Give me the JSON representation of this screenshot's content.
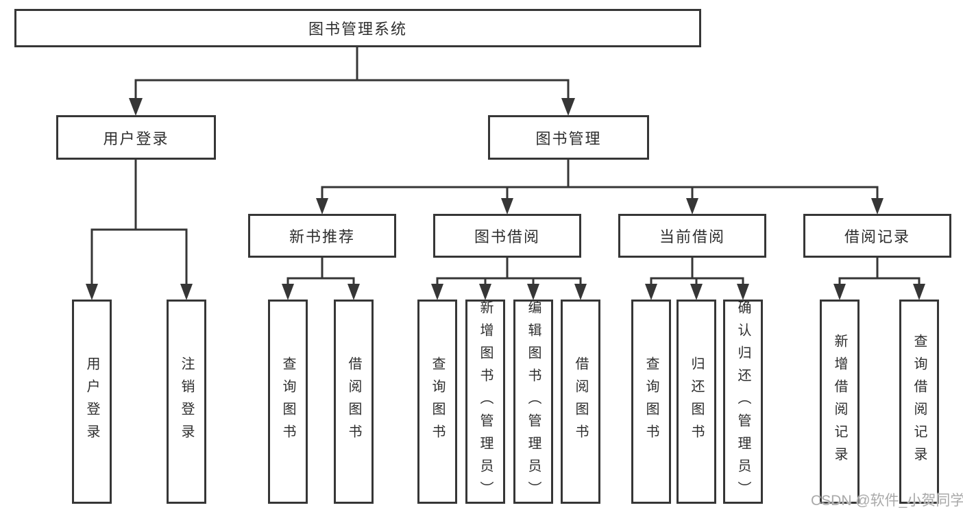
{
  "colors": {
    "line": "#363636",
    "box_border": "#363636",
    "text": "#2e2e2e",
    "background": "#ffffff",
    "watermark": "#a9a9a9"
  },
  "diagram": {
    "root": {
      "label": "图书管理系统"
    },
    "level2": [
      {
        "label": "用户登录"
      },
      {
        "label": "图书管理"
      }
    ],
    "level3": [
      {
        "label": "新书推荐"
      },
      {
        "label": "图书借阅"
      },
      {
        "label": "当前借阅"
      },
      {
        "label": "借阅记录"
      }
    ],
    "leaves": {
      "user": [
        "用户登录",
        "注销登录"
      ],
      "recommend": [
        "查询图书",
        "借阅图书"
      ],
      "borrow": [
        "查询图书",
        "新增图书（管理员）",
        "编辑图书（管理员）",
        "借阅图书"
      ],
      "current": [
        "查询图书",
        "归还图书",
        "确认归还（管理员）"
      ],
      "records": [
        "新增借阅记录",
        "查询借阅记录"
      ]
    }
  },
  "watermark": {
    "text": "CSDN @软件_小贺同学"
  }
}
